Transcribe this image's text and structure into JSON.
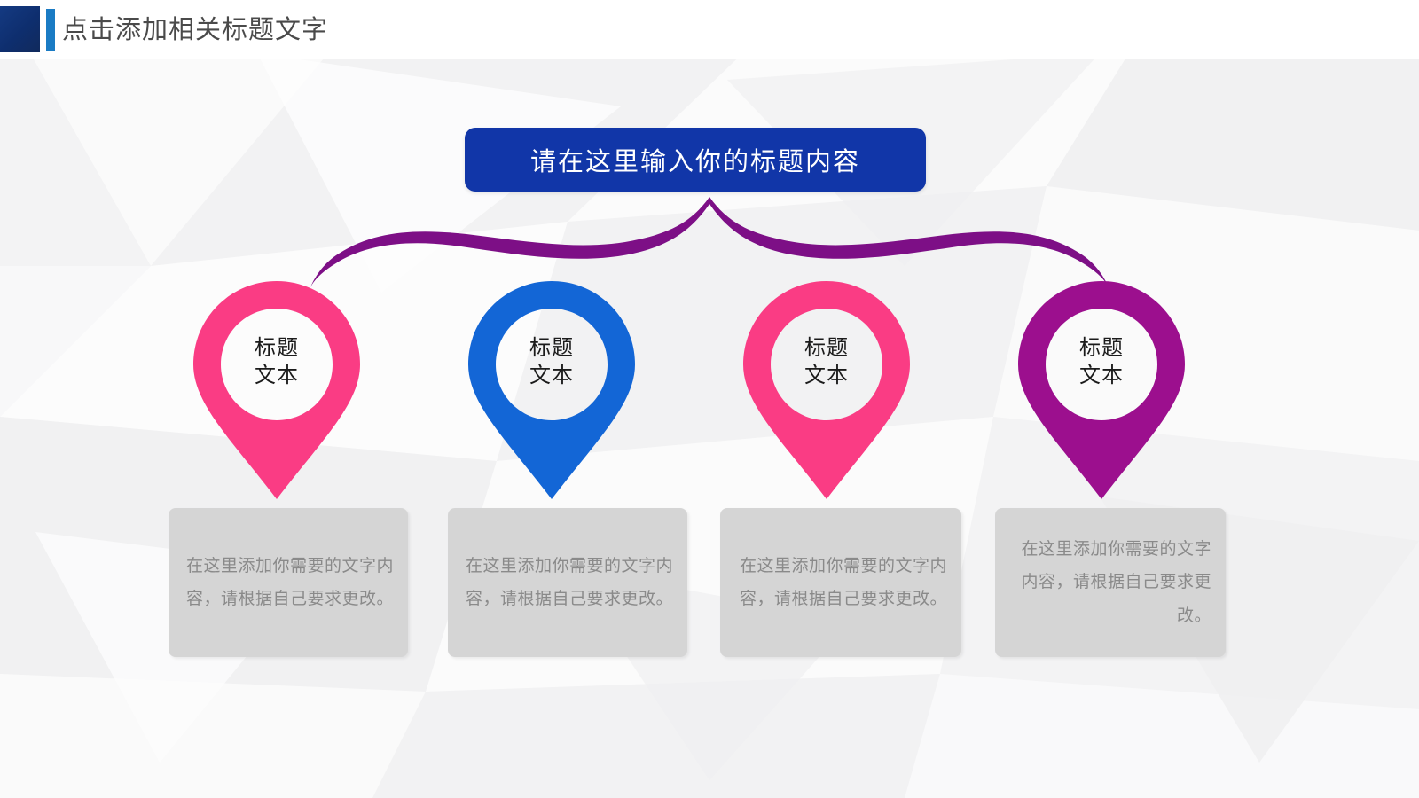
{
  "header": {
    "title": "点击添加相关标题文字",
    "block_color": "#12306f",
    "accent_bar_color": "#1a7bc4"
  },
  "main_title": {
    "text": "请在这里输入你的标题内容",
    "bg_color": "#1136a8",
    "text_color": "#ffffff"
  },
  "connector": {
    "color": "#7d0f86",
    "shape": "curved-bracket"
  },
  "items": [
    {
      "pin_label_line1": "标题",
      "pin_label_line2": "文本",
      "color": "#fa3c84",
      "description": "在这里添加你需要的文字内容，请根据自己要求更改。"
    },
    {
      "pin_label_line1": "标题",
      "pin_label_line2": "文本",
      "color": "#1366d6",
      "description": "在这里添加你需要的文字内容，请根据自己要求更改。"
    },
    {
      "pin_label_line1": "标题",
      "pin_label_line2": "文本",
      "color": "#fa3c84",
      "description": "在这里添加你需要的文字内容，请根据自己要求更改。"
    },
    {
      "pin_label_line1": "标题",
      "pin_label_line2": "文本",
      "color": "#9c0f8e",
      "description": "在这里添加你需要的文字内容，请根据自己要求更改。"
    }
  ],
  "theme": {
    "background": "#f7f7f8",
    "desc_box_bg": "#d5d5d5",
    "desc_text_color": "#8a8a8a"
  }
}
